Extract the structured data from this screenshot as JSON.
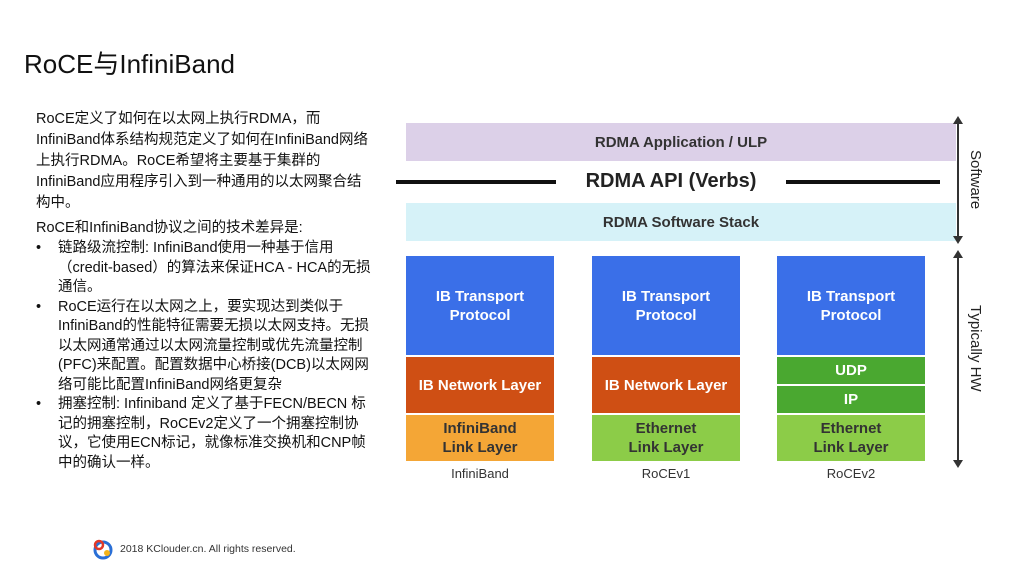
{
  "title": "RoCE与InfiniBand",
  "intro": "RoCE定义了如何在以太网上执行RDMA，而InfiniBand体系结构规范定义了如何在InfiniBand网络上执行RDMA。RoCE希望将主要基于集群的InfiniBand应用程序引入到一种通用的以太网聚合结构中。",
  "diff_title": "RoCE和InfiniBand协议之间的技术差异是:",
  "bullets": [
    "链路级流控制: InfiniBand使用一种基于信用（credit-based）的算法来保证HCA - HCA的无损通信。",
    "RoCE运行在以太网之上，要实现达到类似于InfiniBand的性能特征需要无损以太网支持。无损以太网通常通过以太网流量控制或优先流量控制(PFC)来配置。配置数据中心桥接(DCB)以太网网络可能比配置InfiniBand网络更复杂",
    "拥塞控制: Infiniband 定义了基于FECN/BECN 标记的拥塞控制，RoCEv2定义了一个拥塞控制协议，它使用ECN标记，就像标准交换机和CNP帧中的确认一样。"
  ],
  "footer": "2018 KClouder.cn. All rights reserved.",
  "diagram": {
    "app_layer": "RDMA Application / ULP",
    "api_layer": "RDMA API (Verbs)",
    "stack_layer": "RDMA Software Stack",
    "side_software": "Software",
    "side_hw": "Typically HW",
    "columns": [
      {
        "name": "InfiniBand",
        "transport": "IB Transport Protocol",
        "network": "IB Network Layer",
        "link": "InfiniBand Link Layer"
      },
      {
        "name": "RoCEv1",
        "transport": "IB Transport Protocol",
        "network": "IB Network Layer",
        "link": "Ethernet Link Layer"
      },
      {
        "name": "RoCEv2",
        "transport": "IB Transport Protocol",
        "udp": "UDP",
        "ip": "IP",
        "link": "Ethernet Link Layer"
      }
    ]
  },
  "colors": {
    "app": "#dcd0e8",
    "stack": "#d6f2f8",
    "transport": "#3a6fe8",
    "network": "#cf4f14",
    "ib_link": "#f4a636",
    "eth_link": "#8ccc48",
    "udp_ip": "#4aa830"
  }
}
